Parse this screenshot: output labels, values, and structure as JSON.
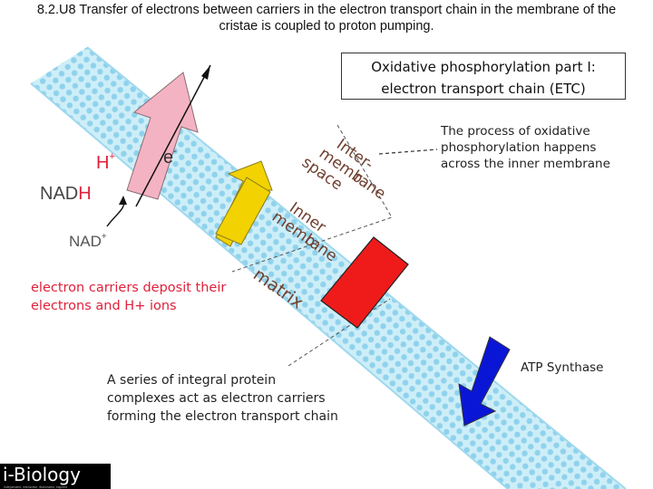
{
  "header": {
    "title_line1": "8.2.U8 Transfer of electrons between carriers in the electron transport chain in the membrane of the",
    "title_line2": "cristae is coupled to proton pumping."
  },
  "title_box": {
    "line1": "Oxidative phosphorylation part I:",
    "line2": "electron transport chain (ETC)"
  },
  "annotations": {
    "process_note": [
      "The process of oxidative",
      "phosphorylation happens",
      "across the inner membrane"
    ],
    "carriers_note": [
      "A series of integral protein",
      "complexes act as electron carriers",
      "forming the electron transport chain"
    ],
    "deposit_note": [
      "electron carriers deposit their",
      "electrons and H+ ions"
    ],
    "atp_synthase": "ATP Synthase"
  },
  "labels": {
    "h_plus_base": "H",
    "h_plus_sup": "+",
    "electron_base": "e",
    "electron_sup": "-",
    "nadh_base": "NAD",
    "nadh_h": "H",
    "nad_base": "NAD",
    "nad_sup": "+",
    "intermembrane_lines": [
      "Inter-",
      "memb",
      "space",
      "rane"
    ],
    "inner_membrane_lines": [
      "Inner",
      "memb",
      "rane"
    ],
    "matrix": "matrix"
  },
  "logo": {
    "name": "i-Biology",
    "tagline": "independent, interactive, illuminated, inspired"
  },
  "colors": {
    "membrane_fill": "#cdeef8",
    "membrane_bead": "#8fd2ec",
    "pink_arrow": "#f4b3c2",
    "yellow_arrow": "#f2d200",
    "red_complex": "#ef1b1b",
    "blue_arrow": "#0a16d6",
    "red_text": "#e0213a"
  }
}
